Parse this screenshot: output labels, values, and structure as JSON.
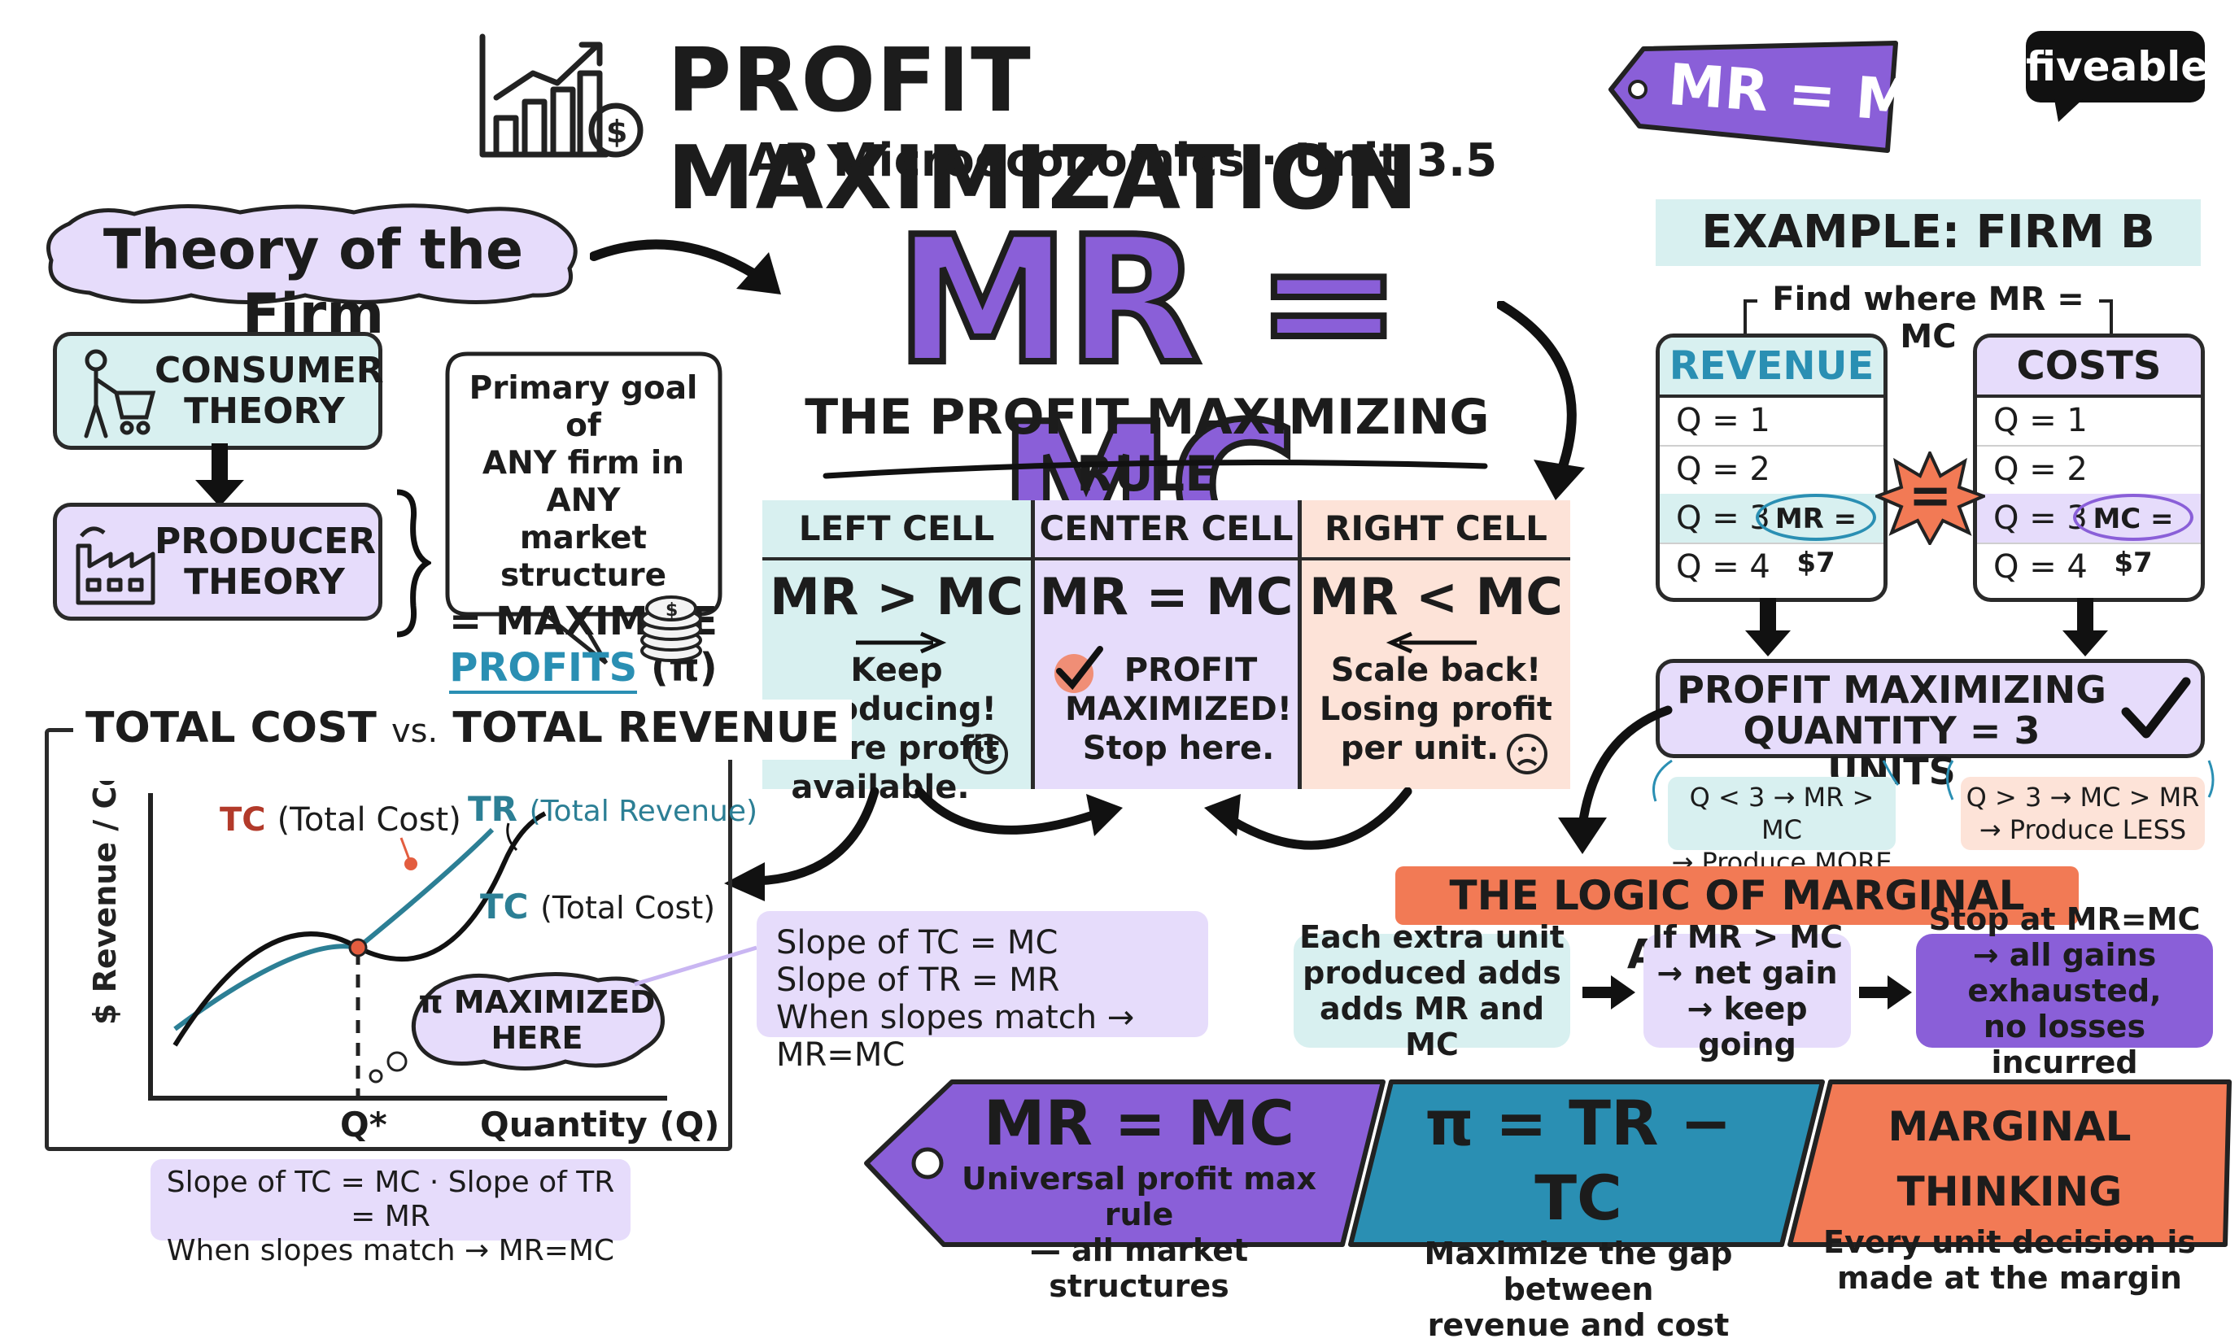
{
  "header": {
    "title": "PROFIT MAXIMIZATION",
    "subtitle": "AP Microeconomics · Unit 3.5",
    "tag": "MR = MC",
    "brand": "fiveable"
  },
  "theory": {
    "cloud": "Theory of the Firm",
    "consumer": [
      "CONSUMER",
      "THEORY"
    ],
    "producer": [
      "PRODUCER",
      "THEORY"
    ],
    "bubble": [
      "Primary goal of",
      "ANY firm in ANY",
      "market structure",
      "= MAXIMIZE",
      "PROFITS",
      "(π)"
    ]
  },
  "rule": {
    "big": "MR = MC",
    "caption": "THE PROFIT MAXIMIZING RULE"
  },
  "cells": {
    "left": {
      "head": "LEFT CELL",
      "main": "MR > MC",
      "text": [
        "Keep producing!",
        "More profit",
        "available."
      ]
    },
    "center": {
      "head": "CENTER CELL",
      "main": "MR = MC",
      "text": [
        "PROFIT",
        "MAXIMIZED!",
        "Stop here."
      ]
    },
    "right": {
      "head": "RIGHT CELL",
      "main": "MR < MC",
      "text": [
        "Scale back!",
        "Losing profit",
        "per unit."
      ]
    }
  },
  "example": {
    "title": "EXAMPLE: FIRM B",
    "find": "Find where MR = MC",
    "revenue_title": "REVENUE",
    "costs_title": "COSTS",
    "rows": [
      "Q = 1",
      "Q = 2",
      "Q = 3",
      "Q = 4"
    ],
    "mr_oval": "MR = $7",
    "mc_oval": "MC = $7",
    "eq_sign": "=",
    "result": [
      "PROFIT MAXIMIZING",
      "QUANTITY = 3 UNITS"
    ],
    "less_note": [
      "Q < 3 → MR > MC",
      "→ Produce MORE"
    ],
    "more_note": [
      "Q > 3 → MC > MR",
      "→ Produce LESS"
    ]
  },
  "logic": {
    "title": "THE LOGIC OF MARGINAL ANALYSIS",
    "step1": [
      "Each extra unit",
      "produced adds",
      "adds MR and MC"
    ],
    "step2": [
      "If MR > MC",
      "→ net gain",
      "→ keep going"
    ],
    "step3": [
      "Stop at MR=MC",
      "→ all gains exhausted,",
      "no losses incurred"
    ]
  },
  "graph": {
    "title_a": "TOTAL COST",
    "title_vs": "vs.",
    "title_b": "TOTAL REVENUE",
    "ylabel": "$ Revenue / Cost",
    "xlabel": "Quantity (Q)",
    "qstar": "Q*",
    "tc_top": "TC",
    "tc_top_paren": "(Total Cost)",
    "tr_label": "TR",
    "tr_paren": "(Total Revenue)",
    "tc_label": "TC",
    "tc_paren": "(Total Cost)",
    "cloud": [
      "π MAXIMIZED",
      "HERE"
    ],
    "footnote": [
      "Slope of TC = MC · Slope of TR = MR",
      "When slopes match → MR=MC"
    ],
    "colors": {
      "tc": "#111111",
      "tr": "#2c7f95",
      "tc_label": "#b23a2a",
      "accent": "#e35d3f"
    }
  },
  "slope_note": [
    "Slope of TC = MC",
    "Slope of TR = MR",
    "When slopes match → MR=MC"
  ],
  "banners": {
    "b1": {
      "main": "MR = MC",
      "sub": [
        "Universal profit max rule",
        "— all market structures"
      ]
    },
    "b2": {
      "main": "π = TR − TC",
      "sub": [
        "Maximize the gap between",
        "revenue and cost"
      ]
    },
    "b3": {
      "main": "MARGINAL THINKING",
      "sub": [
        "Every unit decision is",
        "made at the margin"
      ]
    }
  },
  "palette": {
    "purple": "#8a5fd8",
    "lavender": "#e6dcfb",
    "teal": "#d8f0f0",
    "peach": "#fde3d8",
    "orange": "#f27a55",
    "blue": "#2a8fb3"
  }
}
